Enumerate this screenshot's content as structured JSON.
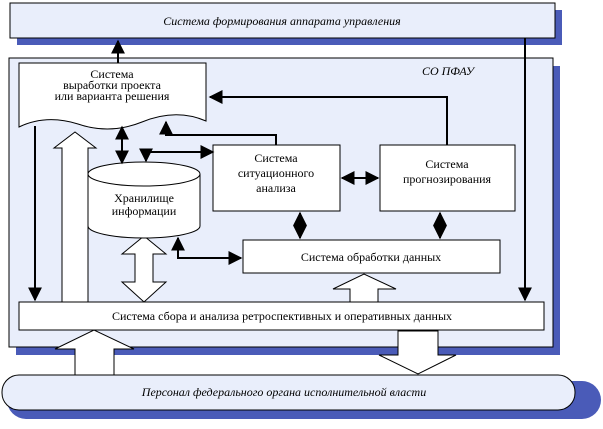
{
  "colors": {
    "panel_fill": "#e9eefb",
    "shadow": "#4a5bb8",
    "box_fill": "#ffffff",
    "line": "#000000"
  },
  "top": {
    "label": "Система формирования аппарата управления"
  },
  "panel": {
    "label": "СО ПФАУ"
  },
  "blocks": {
    "project": {
      "line1": "Система",
      "line2": "выработки проекта",
      "line3": "или варианта решения"
    },
    "storage": {
      "line1": "Хранилище",
      "line2": "информации"
    },
    "situational": {
      "line1": "Система",
      "line2": "ситуационного",
      "line3": "анализа"
    },
    "forecast": {
      "line1": "Система",
      "line2": "прогнозирования"
    },
    "processing": {
      "label": "Система обработки данных"
    },
    "collection": {
      "label": "Система сбора и анализа ретроспективных и оперативных данных"
    }
  },
  "bottom": {
    "label": "Персонал федерального органа исполнительной власти"
  }
}
